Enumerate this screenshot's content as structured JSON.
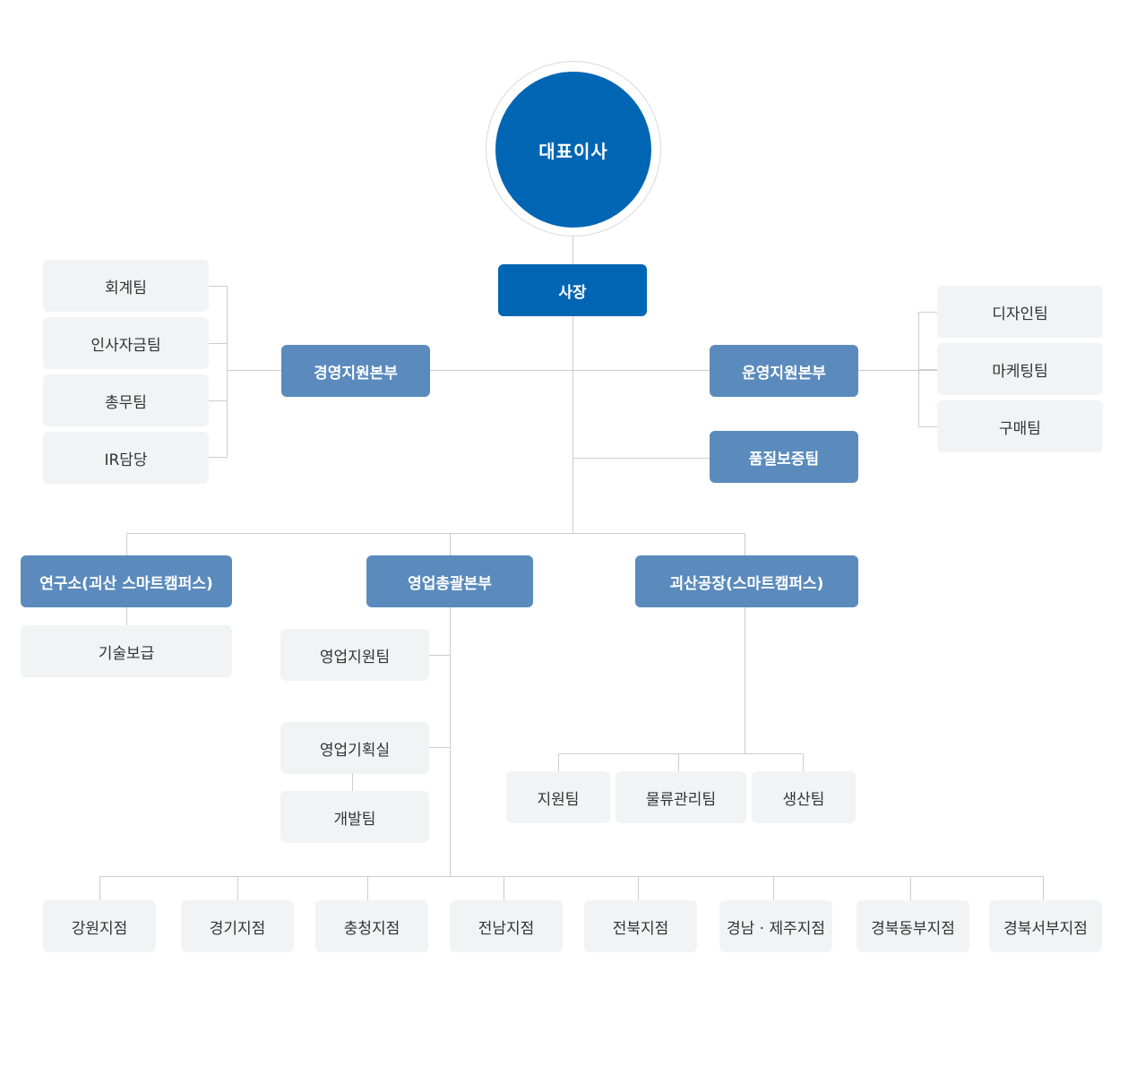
{
  "colors": {
    "ceo": "#0066b3",
    "president": "#0066b3",
    "division": "#5b8bbd",
    "team_bg": "#f2f3f5",
    "line": "#cccccc"
  },
  "ceo": "대표이사",
  "president": "사장",
  "management_support": {
    "name": "경영지원본부",
    "teams": [
      "회계팀",
      "인사자금팀",
      "총무팀",
      "IR담당"
    ]
  },
  "operations_support": {
    "name": "운영지원본부",
    "teams": [
      "디자인팀",
      "마케팅팀",
      "구매팀"
    ]
  },
  "quality": "품질보증팀",
  "research": {
    "name": "연구소(괴산 스마트캠퍼스)",
    "teams": [
      "기술보급"
    ]
  },
  "sales": {
    "name": "영업총괄본부",
    "support_team": "영업지원팀",
    "planning_office": "영업기획실",
    "dev_team": "개발팀",
    "branches": [
      "강원지점",
      "경기지점",
      "충청지점",
      "전남지점",
      "전북지점",
      "경남 · 제주지점",
      "경북동부지점",
      "경북서부지점"
    ]
  },
  "factory": {
    "name": "괴산공장(스마트캠퍼스)",
    "teams": [
      "지원팀",
      "물류관리팀",
      "생산팀"
    ]
  }
}
